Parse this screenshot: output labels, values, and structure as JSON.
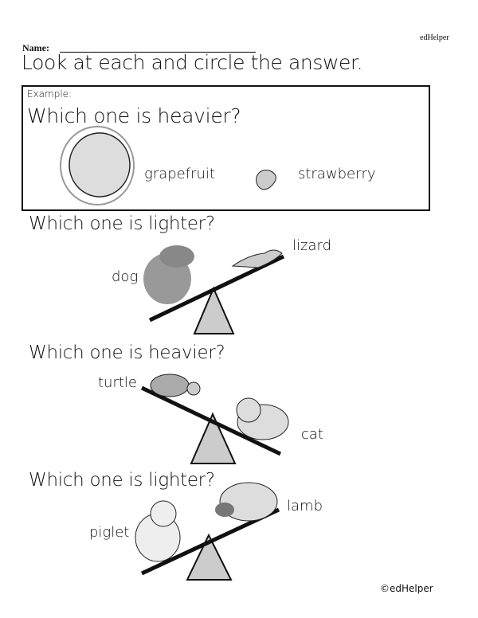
{
  "header": {
    "brand": "edHelper",
    "name_label": "Name:",
    "instructions": "Look at each and circle the answer."
  },
  "example": {
    "label": "Example:",
    "question": "Which one is heavier?",
    "options": [
      "grapefruit",
      "strawberry"
    ],
    "circled_answer": "grapefruit"
  },
  "questions": [
    {
      "question": "Which one is lighter?",
      "left": "dog",
      "right": "lizard"
    },
    {
      "question": "Which one is heavier?",
      "left": "turtle",
      "right": "cat"
    },
    {
      "question": "Which one is lighter?",
      "left": "piglet",
      "right": "lamb"
    }
  ],
  "footer": {
    "copyright": "©edHelper"
  }
}
